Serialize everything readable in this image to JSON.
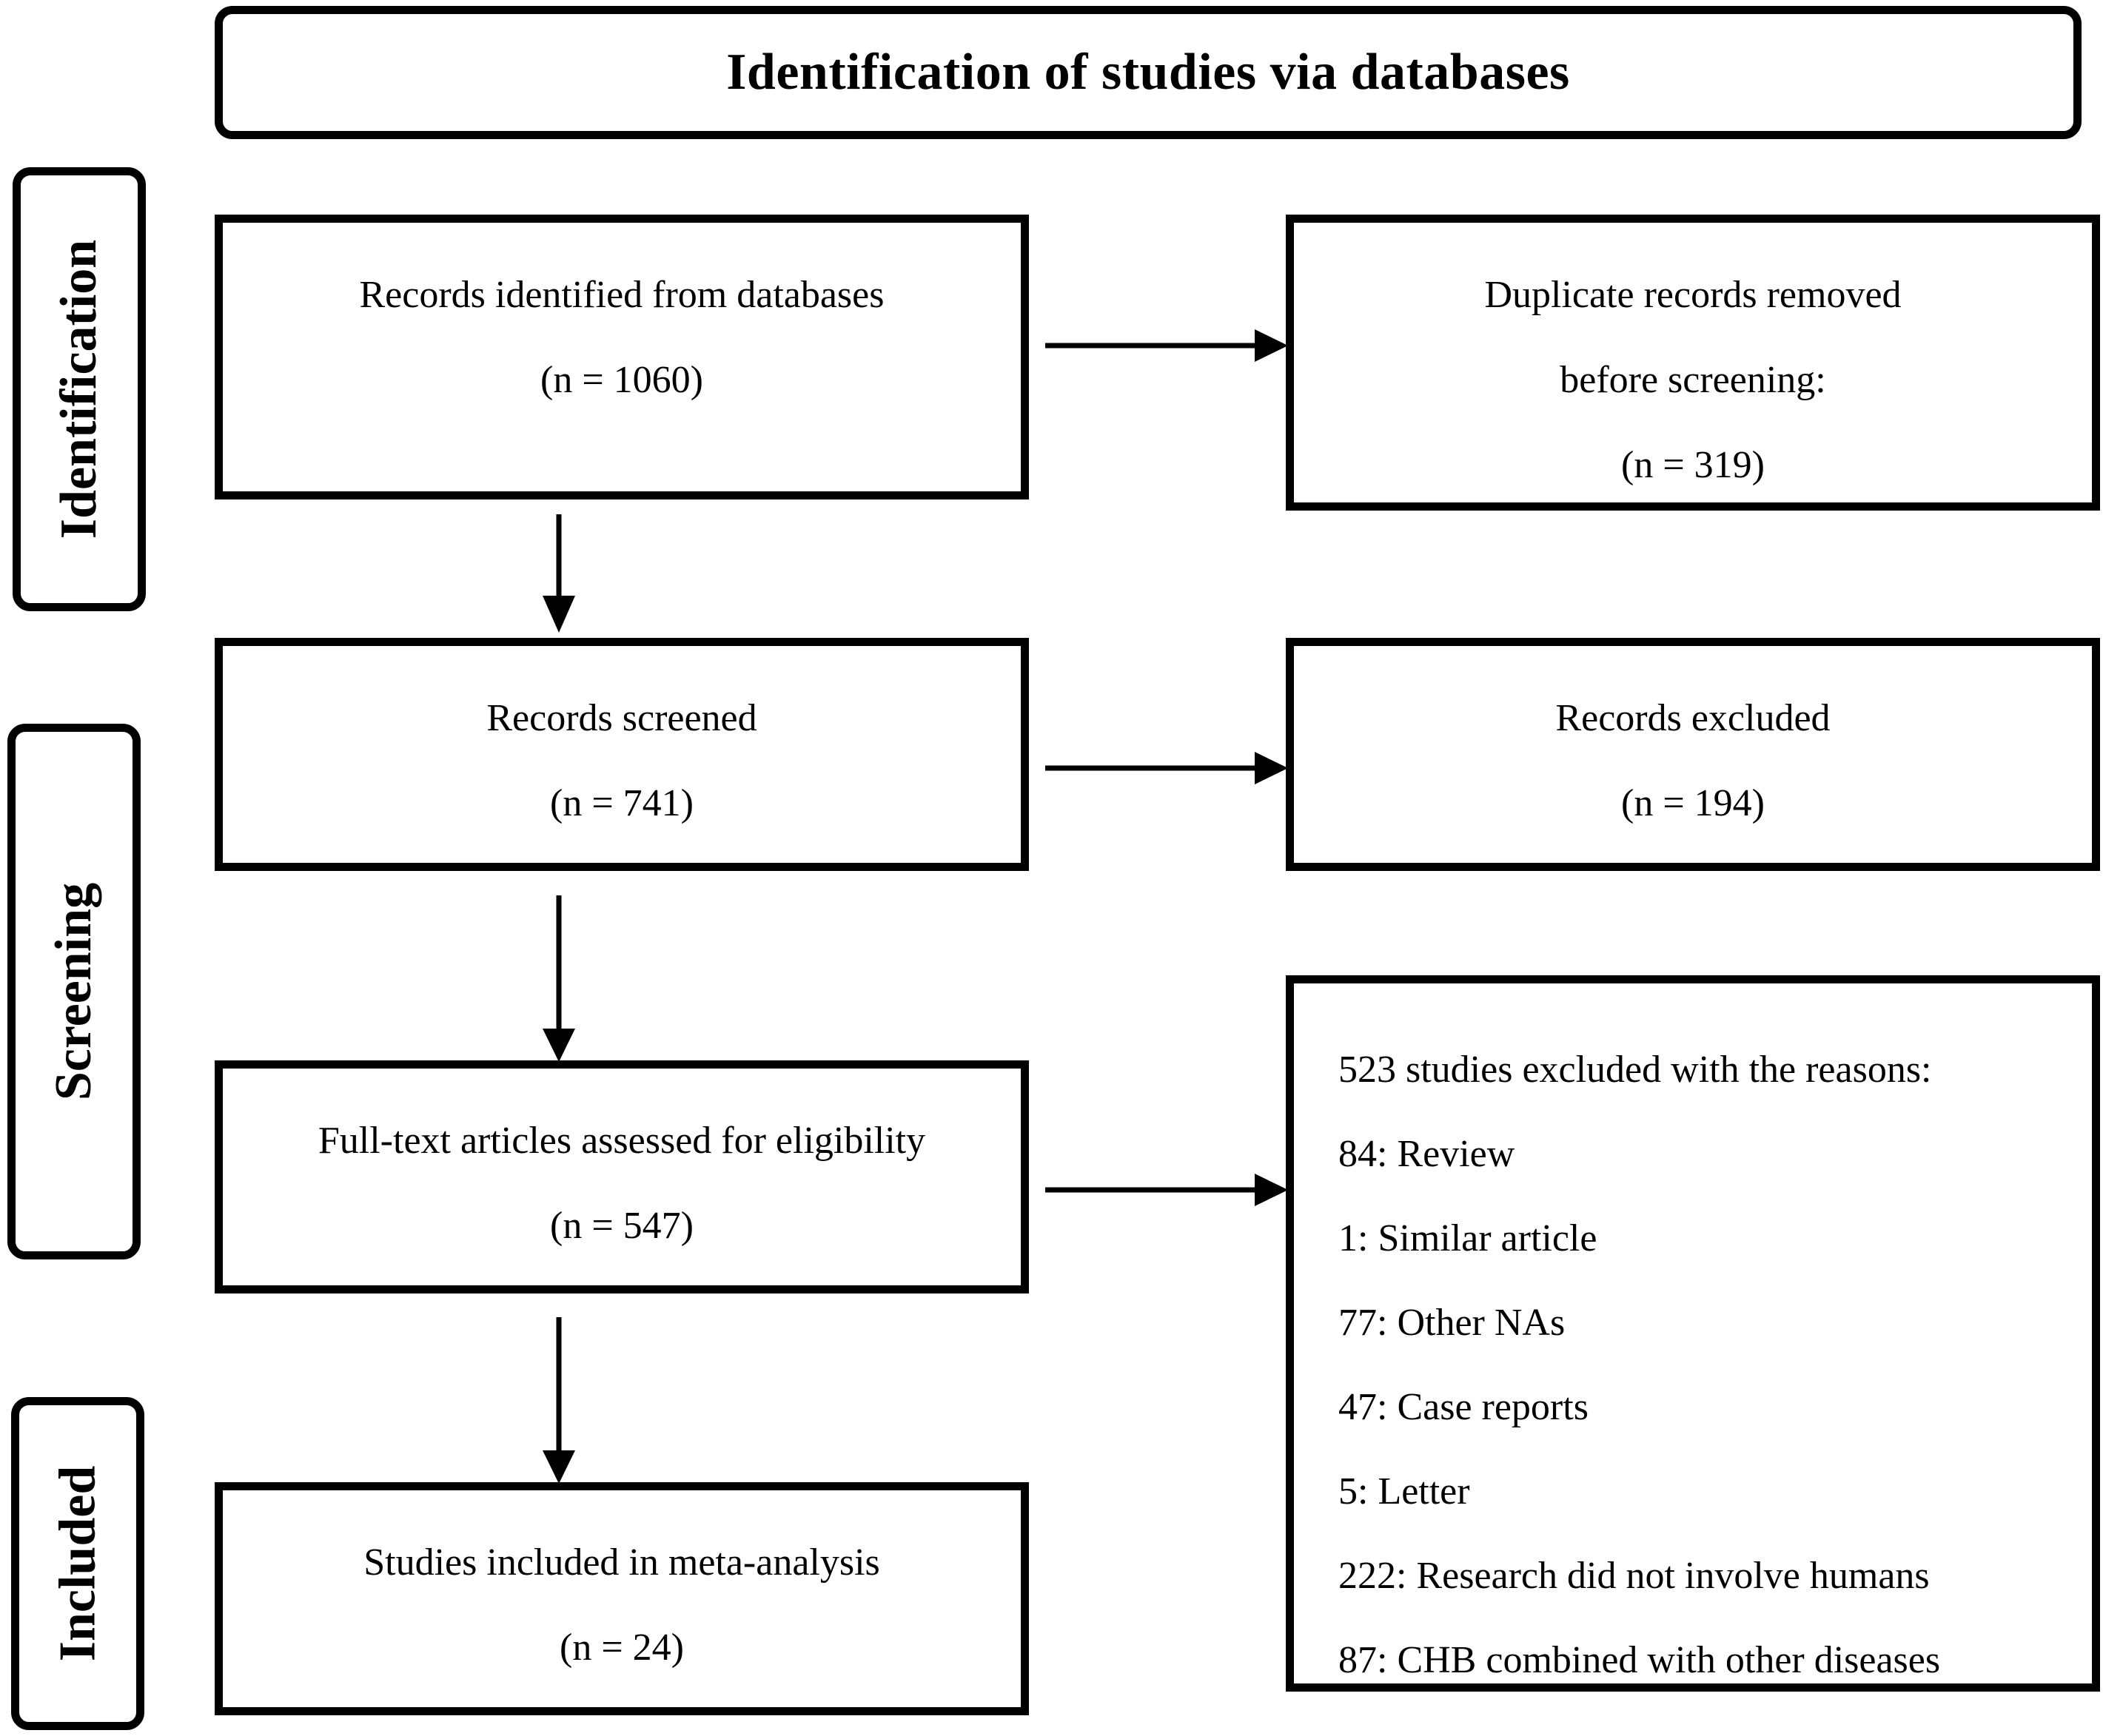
{
  "title": "Identification of studies via databases",
  "stages": {
    "identification": "Identification",
    "screening": "Screening",
    "included": "Included"
  },
  "boxes": {
    "records_identified": {
      "line1": "Records identified from databases",
      "line2": "(n = 1060)"
    },
    "duplicates_removed": {
      "line1": "Duplicate records removed",
      "line2": "before screening:",
      "line3": "(n = 319)"
    },
    "records_screened": {
      "line1": "Records screened",
      "line2": "(n = 741)"
    },
    "records_excluded": {
      "line1": "Records excluded",
      "line2": "(n = 194)"
    },
    "full_text_assessed": {
      "line1": "Full-text articles assessed for eligibility",
      "line2": "(n = 547)"
    },
    "studies_included": {
      "line1": "Studies included in meta-analysis",
      "line2": "(n = 24)"
    },
    "exclusion_reasons": {
      "header": "523 studies excluded with the reasons:",
      "items": [
        "84: Review",
        "1: Similar article",
        "77: Other NAs",
        "47: Case reports",
        "5: Letter",
        "222: Research did not involve humans",
        "87: CHB combined with other diseases"
      ]
    }
  }
}
